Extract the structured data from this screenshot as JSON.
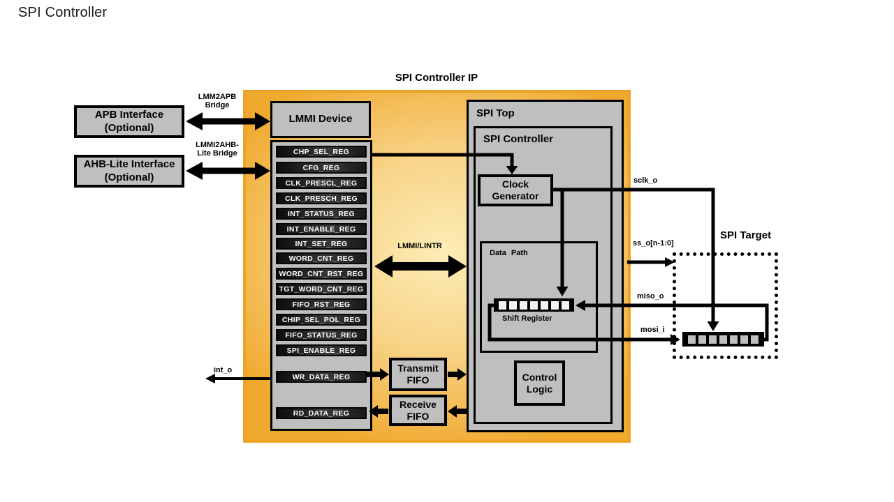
{
  "page": {
    "title": "SPI Controller"
  },
  "diagram": {
    "ip_label": "SPI Controller IP",
    "external": {
      "apb": {
        "line1": "APB Interface",
        "line2": "(Optional)"
      },
      "ahb": {
        "line1": "AHB-Lite Interface",
        "line2": "(Optional)"
      },
      "bridge_apb": {
        "line1": "LMM2APB",
        "line2": "Bridge"
      },
      "bridge_ahb": {
        "line1": "LMMI2AHB-",
        "line2": "Lite Bridge"
      }
    },
    "lmmi": {
      "title": "LMMI Device",
      "registers": [
        "CHP_SEL_REG",
        "CFG_REG",
        "CLK_PRESCL_REG",
        "CLK_PRESCH_REG",
        "INT_STATUS_REG",
        "INT_ENABLE_REG",
        "INT_SET_REG",
        "WORD_CNT_REG",
        "WORD_CNT_RST_REG",
        "TGT_WORD_CNT_REG",
        "FIFO_RST_REG",
        "CHIP_SEL_POL_REG",
        "FIFO_STATUS_REG",
        "SPI_ENABLE_REG",
        "WR_DATA_REG",
        "RD_DATA_REG"
      ]
    },
    "bus_label": "LMMI/LINTR",
    "fifos": {
      "transmit": {
        "line1": "Transmit",
        "line2": "FIFO"
      },
      "receive": {
        "line1": "Receive",
        "line2": "FIFO"
      }
    },
    "spi_top": {
      "title": "SPI Top",
      "controller_title": "SPI Controller",
      "clock_gen": {
        "line1": "Clock",
        "line2": "Generator"
      },
      "data_path": {
        "title": "Data Path",
        "shift_register_label": "Shift Register"
      },
      "control_logic": {
        "line1": "Control",
        "line2": "Logic"
      }
    },
    "signals": {
      "int_o": "int_o",
      "sclk_o": "sclk_o",
      "ss_o": "ss_o[n-1:0]",
      "miso_o": "miso_o",
      "mosi_i": "mosi_i"
    },
    "target": {
      "title": "SPI Target"
    },
    "colors": {
      "box_gray": "#bfbfbf",
      "orange_border": "#eba426",
      "orange_edge": "#f0a92f",
      "orange_center": "#fcedb6",
      "line_black": "#000000",
      "register_text": "#ffffff"
    }
  }
}
